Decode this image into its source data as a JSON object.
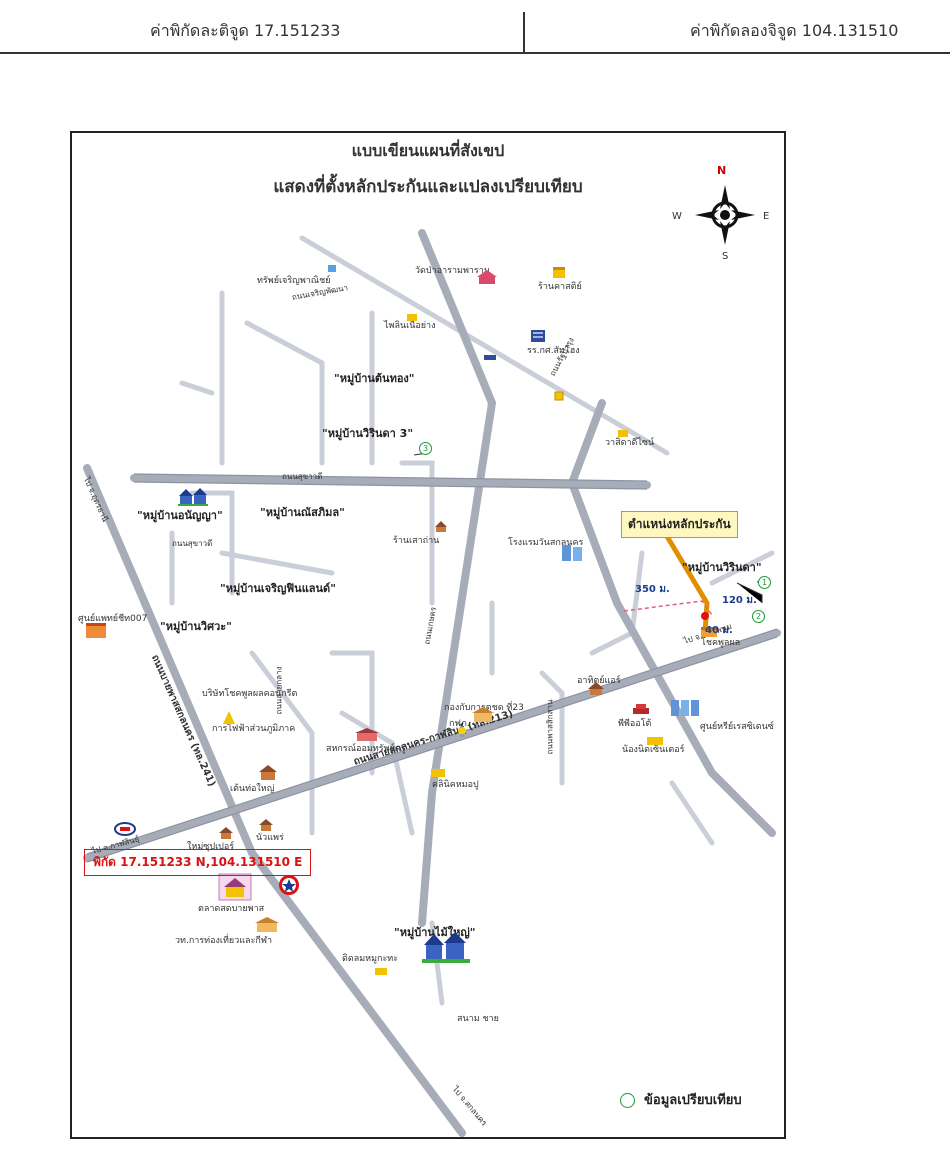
{
  "header": {
    "latitude_label": "ค่าพิกัดละติจูด 17.151233",
    "longitude_label": "ค่าพิกัดลองจิจูด 104.131510"
  },
  "map": {
    "title_line1": "แบบเขียนแผนที่สังเขป",
    "title_line2": "แสดงที่ตั้งหลักประกันและแปลงเปรียบเทียบ",
    "compass": {
      "n": "N",
      "s": "S",
      "e": "E",
      "w": "W"
    },
    "marker_label": "ตำแหน่งหลักประกัน",
    "coordinates_box": "พิกัด 17.151233 N,104.131510 E",
    "legend_label": "ข้อมูลเปรียบเทียบ",
    "distances": {
      "d350": "350 ม.",
      "d120": "120 ม.",
      "d40": "40 ม."
    },
    "comparables": [
      "1",
      "2",
      "3"
    ],
    "villages": {
      "ban_ton_thong": "\"หมู่บ้านต้นทอง\"",
      "ban_wirinda_3": "\"หมู่บ้านวิรินดา 3\"",
      "ban_nanya": "\"หมู่บ้านอนัญญา\"",
      "ban_natphimon": "\"หมู่บ้านณัสภิมล\"",
      "ban_charoen_finland": "\"หมู่บ้านเจริญฟินแลนด์\"",
      "ban_wiswa": "\"หมู่บ้านวิศวะ\"",
      "ban_wirinda": "\"หมู่บ้านวิรินดา\"",
      "ban_mai_yai": "\"หมู่บ้านไม้ใหญ่\""
    },
    "places": {
      "wat": "วัดป่าอารามพาราม",
      "kasikorn": "ร้านคาสติย์",
      "mart": "ทรัพย์เจริญพาณิชย์",
      "phaisin": "ไพลินเนื้อย่าง",
      "school": "รร.กศ.สัมโฮง",
      "vassila": "วาสิดาดีไซน์",
      "restaurant": "ร้านเสาถ่าน",
      "hotel": "โรงแรมวันสกลนคร",
      "chokpon": "โชคพูลผล",
      "atisai": "อาทิตย์แอร์",
      "kongkam": "กองกับการตชด ที่23",
      "kfc": "กฟภ.",
      "phepo": "พีพีออโต้",
      "sunrise": "ศูนย์หรีย์เรสซิเดนซ์",
      "nongnit": "น้องนิดเซ็นเตอร์",
      "sahakorn": "สหกรณ์ออมทรัพย์ครู",
      "clinic": "คลินิคหมอปู",
      "center": "ศูนย์แพทย์ชีท007",
      "chokpon_concrete": "บริษัทโชคพูลผลคอนกรีต",
      "chaofa": "การไฟฟ้าส่วนภูมิภาค",
      "tonyai": "เต้นท่อใหญ่",
      "nuaphai": "นัวแพร่",
      "yai_super": "ใหม่ซุปเปอร์",
      "market": "ตลาดสดบายพาส",
      "tourism": "วท.การท่องเที่ยวและกีฬา",
      "dhdl": "ดิดลมหมูกะทะ",
      "sanam": "สนาม ชาย"
    },
    "roads": {
      "main": "ถนนสายสกลนคร-กาฬสินธุ์ (ทล.213)",
      "bypass": "ถนนบายพาสสกลนคร (ทล.241)",
      "to_nakhon": "ไป จ.นครพนม",
      "to_kalasin": "ไป จ.กาฬสินธุ์",
      "to_udon": "ไป จ.อุดรธานี",
      "to_road": "ไป จ.สกลนคร",
      "r_sukhadi1": "ถนนสุขาวดี",
      "r_sukhadi2": "ถนนสุขาวดี",
      "r_kaeo": "ถนนเกษตร",
      "r_ratsamut": "ถนนรัฐบำรุง",
      "r_kriangsak": "ถนนเจริญพัฒนา",
      "r_sakon": "ถนนสายกลาง",
      "r_charoen": "ถนนพาสสิกสาน"
    }
  }
}
